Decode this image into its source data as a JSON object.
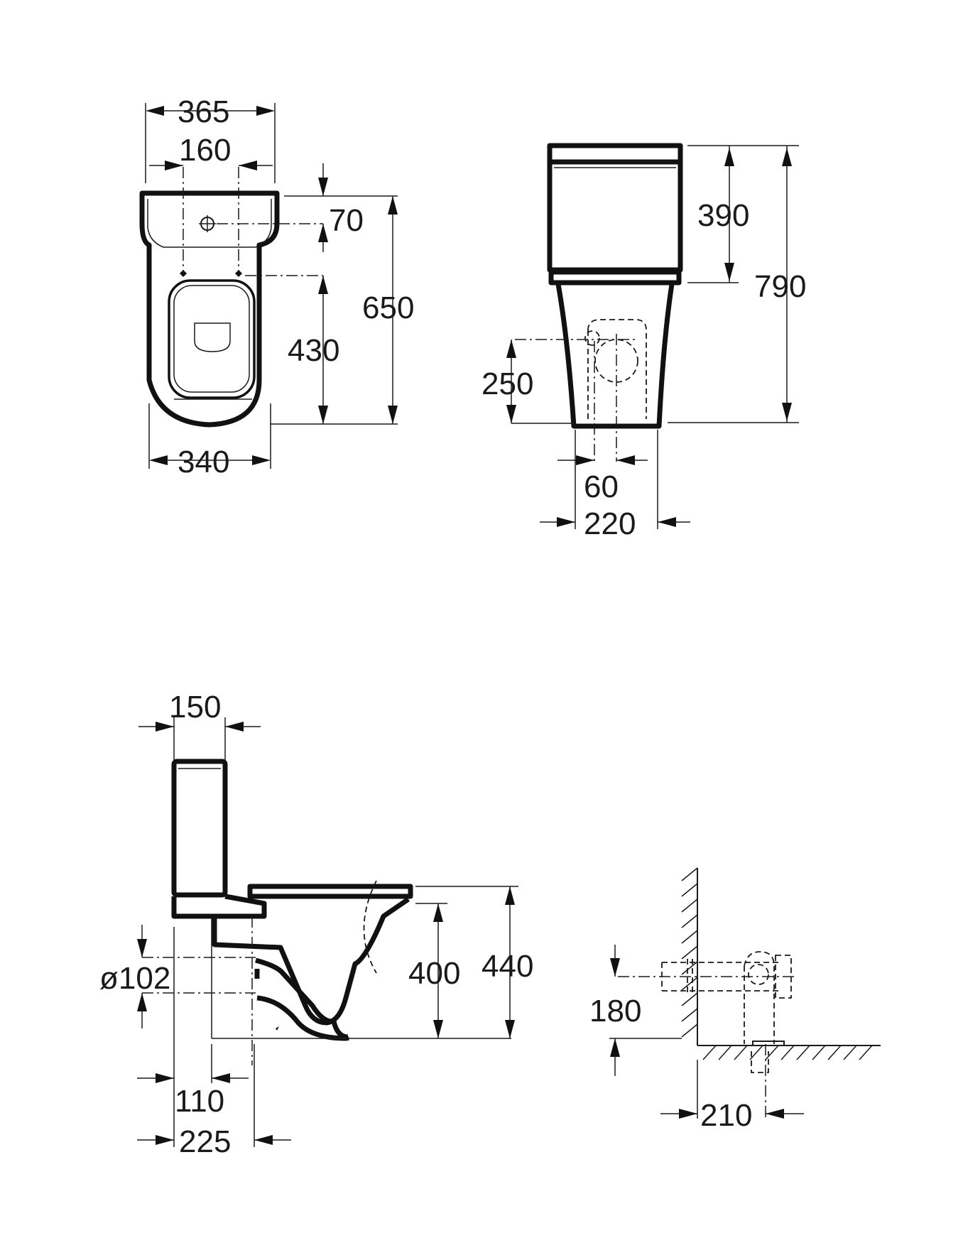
{
  "front_view": {
    "width_top": "365",
    "fixing_holes_spacing": "160",
    "fixing_holes_offset": "70",
    "bowl_length": "650",
    "seat_to_holes": "430",
    "width_base": "340"
  },
  "rear_view": {
    "cistern_height": "390",
    "total_height": "790",
    "outlet_height": "250",
    "outlet_offset": "60",
    "base_width": "220"
  },
  "side_view": {
    "cistern_depth": "150",
    "outlet_diameter": "ø102",
    "seat_height": "400",
    "total_seat_height": "440",
    "outlet_distance": "110",
    "base_distance": "225"
  },
  "installation_view": {
    "inlet_height": "180",
    "wall_distance": "210"
  }
}
